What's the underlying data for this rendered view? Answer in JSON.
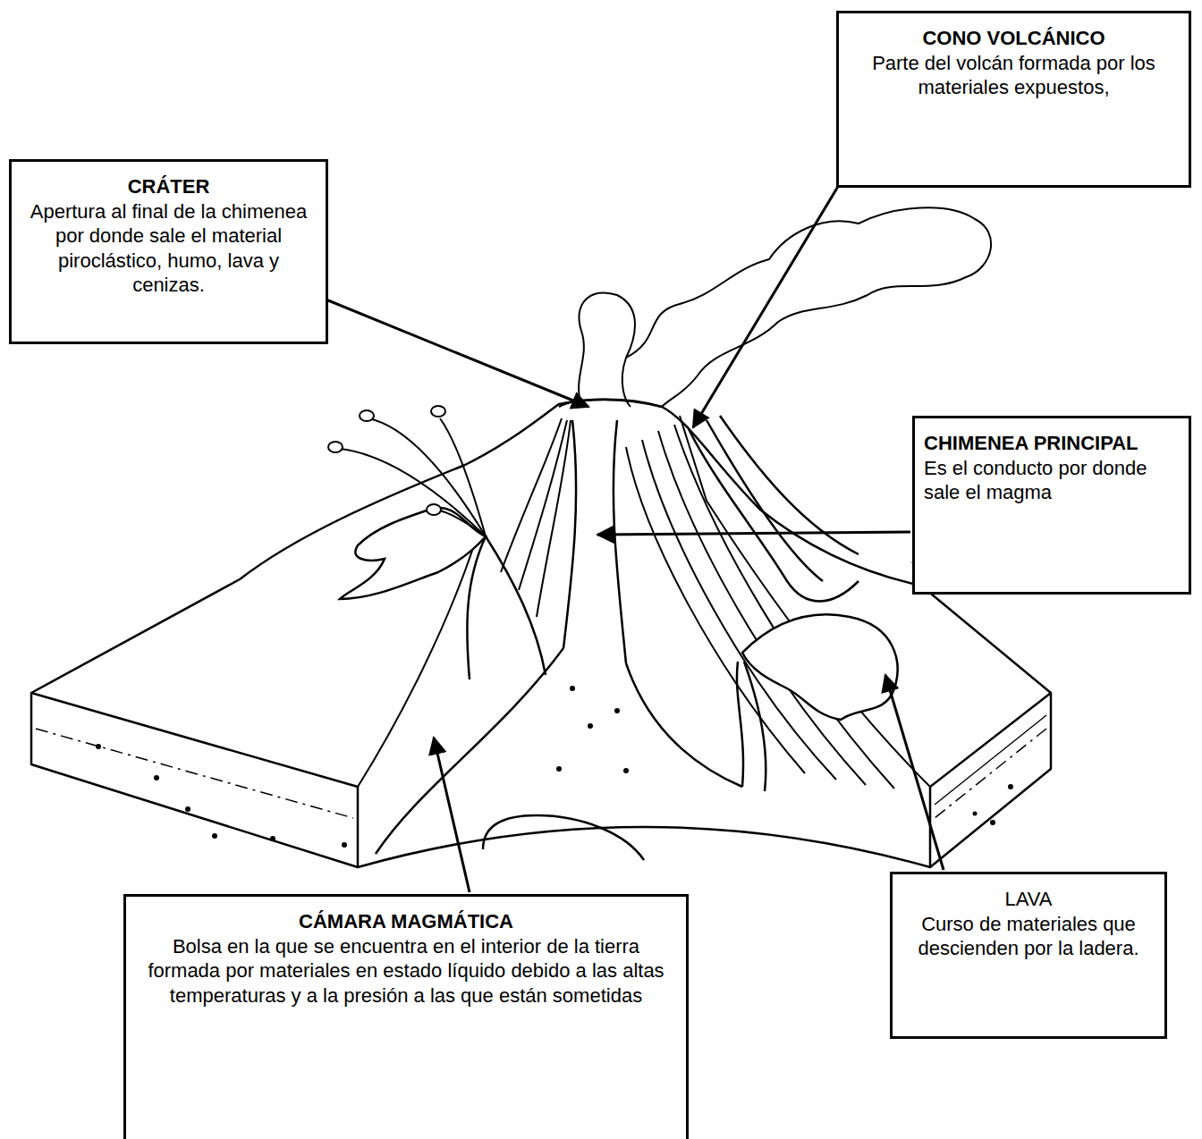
{
  "diagram": {
    "nodes": [
      {
        "text": [
          "CONO VOLCÁNICO",
          "Parte del volcán formada por los materiales expuestos,"
        ]
      },
      {
        "text": [
          "CRÁTER",
          "Apertura al final de la chimenea por donde sale el material piroclástico, humo, lava y cenizas."
        ]
      },
      {
        "text": [
          "CHIMENEA PRINCIPAL",
          "Es el conducto por donde sale el magma"
        ]
      },
      {
        "text": [
          "LAVA",
          "Curso de materiales que descienden por la ladera."
        ]
      },
      {
        "text": [
          "CÁMARA MAGMÁTICA",
          "Bolsa en la que se encuentra en el interior de la tierra formada por materiales en estado líquido debido a las altas temperaturas y a la presión a las que están sometidas"
        ]
      }
    ]
  }
}
